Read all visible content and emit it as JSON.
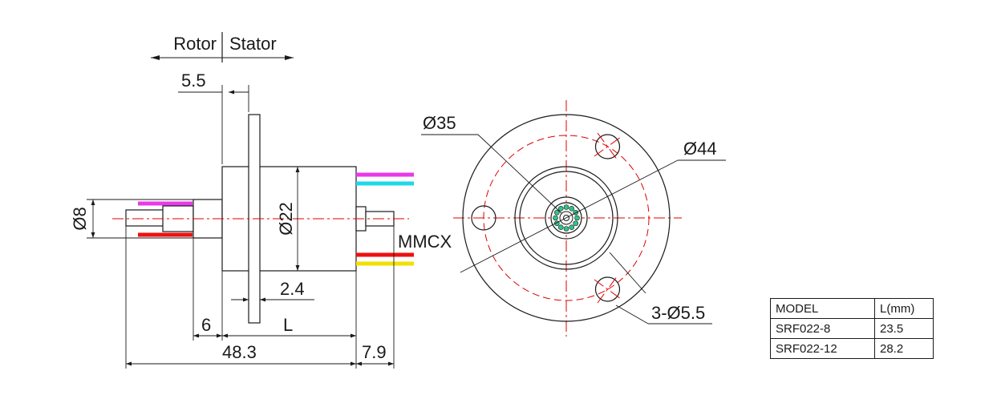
{
  "side_view": {
    "rotor_label": "Rotor",
    "stator_label": "Stator",
    "dim_flange_offset": "5.5",
    "dim_shaft_dia": "Ø8",
    "dim_body_dia": "Ø22",
    "dim_flange_thickness": "2.4",
    "dim_shaft_step": "6",
    "dim_body_length": "L",
    "dim_total_length": "48.3",
    "dim_connector_length": "7.9",
    "connector_label": "MMCX",
    "wire_colors": {
      "magenta": "#e83ae8",
      "cyan": "#1ed8e8",
      "red": "#ee1111",
      "yellow": "#f2e000"
    }
  },
  "front_view": {
    "dim_bolt_circle": "Ø35",
    "dim_outer_dia": "Ø44",
    "dim_holes": "3-Ø5.5"
  },
  "model_table": {
    "headers": [
      "MODEL",
      "L(mm)"
    ],
    "rows": [
      [
        "SRF022-8",
        "23.5"
      ],
      [
        "SRF022-12",
        "28.2"
      ]
    ]
  }
}
